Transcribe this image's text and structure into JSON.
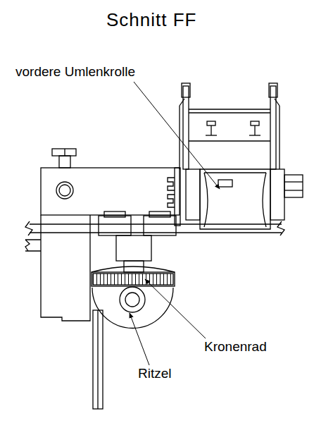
{
  "diagram": {
    "title": "Schnitt FF",
    "labels": [
      "vordere Umlenkrolle",
      "Kronenrad",
      "Ritzel"
    ]
  }
}
